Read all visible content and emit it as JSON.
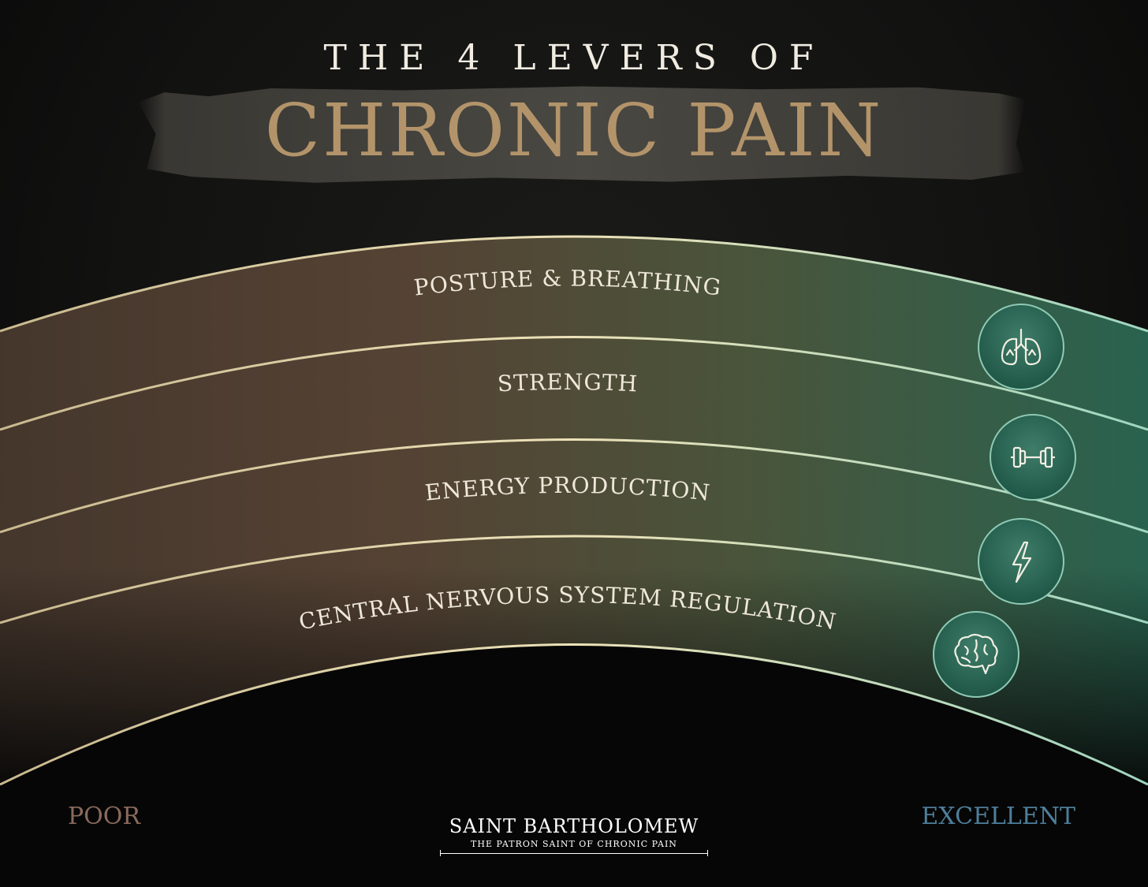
{
  "header": {
    "pretitle": "THE 4 LEVERS OF",
    "title": "CHRONIC PAIN"
  },
  "levers": [
    {
      "label": "POSTURE & BREATHING",
      "icon": "lungs-icon"
    },
    {
      "label": "STRENGTH",
      "icon": "dumbbell-icon"
    },
    {
      "label": "ENERGY PRODUCTION",
      "icon": "lightning-bolt-icon"
    },
    {
      "label": "CENTRAL NERVOUS SYSTEM REGULATION",
      "icon": "brain-icon"
    }
  ],
  "scale": {
    "low": "POOR",
    "high": "EXCELLENT"
  },
  "brand": {
    "name": "SAINT BARTHOLOMEW",
    "tagline": "THE PATRON SAINT OF CHRONIC PAIN"
  },
  "colors": {
    "title_gold": "#b3946a",
    "poor_brown": "#8a6a5c",
    "excellent_teal": "#4e7e9a",
    "band_left": "#5a4535",
    "band_right": "#2c6652",
    "rim": "#d8d0a8"
  }
}
